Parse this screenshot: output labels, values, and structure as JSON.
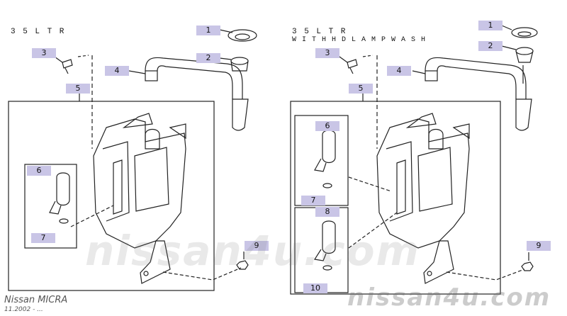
{
  "left_panel": {
    "title": "3 5 L T R",
    "callouts": [
      "1",
      "2",
      "3",
      "4",
      "5",
      "6",
      "7",
      "9"
    ]
  },
  "right_panel": {
    "title_line1": "3 5 L T R",
    "title_line2": "W I T H  H D  L A M P  W A S H",
    "callouts": [
      "1",
      "2",
      "3",
      "4",
      "5",
      "6",
      "7",
      "8",
      "9",
      "10"
    ]
  },
  "watermark": {
    "center": "nissan4u.com",
    "bottom": "nissan4u.com"
  },
  "footer": {
    "model": "Nissan MICRA",
    "date": "11.2002 - ..."
  },
  "colors": {
    "callout_bg": "#c9c5e6",
    "line": "#222222"
  }
}
